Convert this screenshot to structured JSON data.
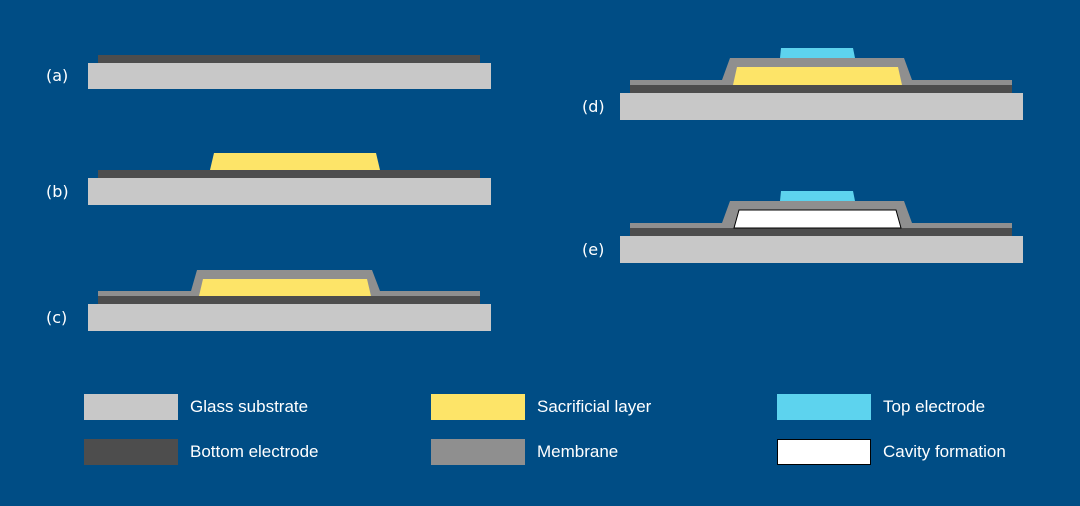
{
  "steps": [
    {
      "label": "(a)"
    },
    {
      "label": "(b)"
    },
    {
      "label": "(c)"
    },
    {
      "label": "(d)"
    },
    {
      "label": "(e)"
    }
  ],
  "legend": [
    {
      "label": "Glass substrate",
      "color": "#c8c8c8"
    },
    {
      "label": "Sacrificial layer",
      "color": "#fde468"
    },
    {
      "label": "Top electrode",
      "color": "#5dd3ee"
    },
    {
      "label": "Bottom electrode",
      "color": "#4d4d4d"
    },
    {
      "label": "Membrane",
      "color": "#8f8f8f"
    },
    {
      "label": "Cavity formation",
      "color": "#ffffff"
    }
  ],
  "colors": {
    "background": "#004d85",
    "glass": "#c8c8c8",
    "bottom_electrode": "#4d4d4d",
    "sacrificial": "#fde468",
    "membrane": "#8f8f8f",
    "top_electrode": "#5dd3ee",
    "cavity": "#ffffff"
  }
}
